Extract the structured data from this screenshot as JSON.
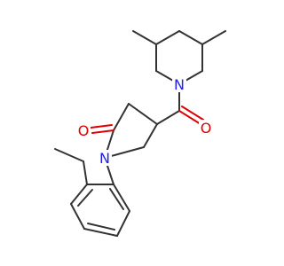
{
  "molecule": {
    "atoms": {
      "n_piperidine": "N",
      "n_lactam": "N",
      "o_amide": "O",
      "o_lactam": "O"
    },
    "colors": {
      "bond": "#333333",
      "nitrogen": "#2020ee",
      "oxygen": "#e00000",
      "background": "#ffffff"
    }
  }
}
